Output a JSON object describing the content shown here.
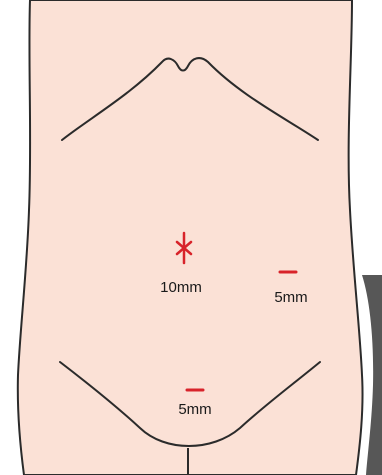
{
  "colors": {
    "skin": "#fbe1d6",
    "outline": "#2b2b2b",
    "incision": "#d8232a",
    "edge_shadow": "#3a3a3a"
  },
  "incisions": [
    {
      "id": "umbilical",
      "label": "10mm",
      "mark": "star"
    },
    {
      "id": "left-lower",
      "label": "5mm",
      "mark": "dash"
    },
    {
      "id": "suprapubic",
      "label": "5mm",
      "mark": "dash"
    }
  ]
}
